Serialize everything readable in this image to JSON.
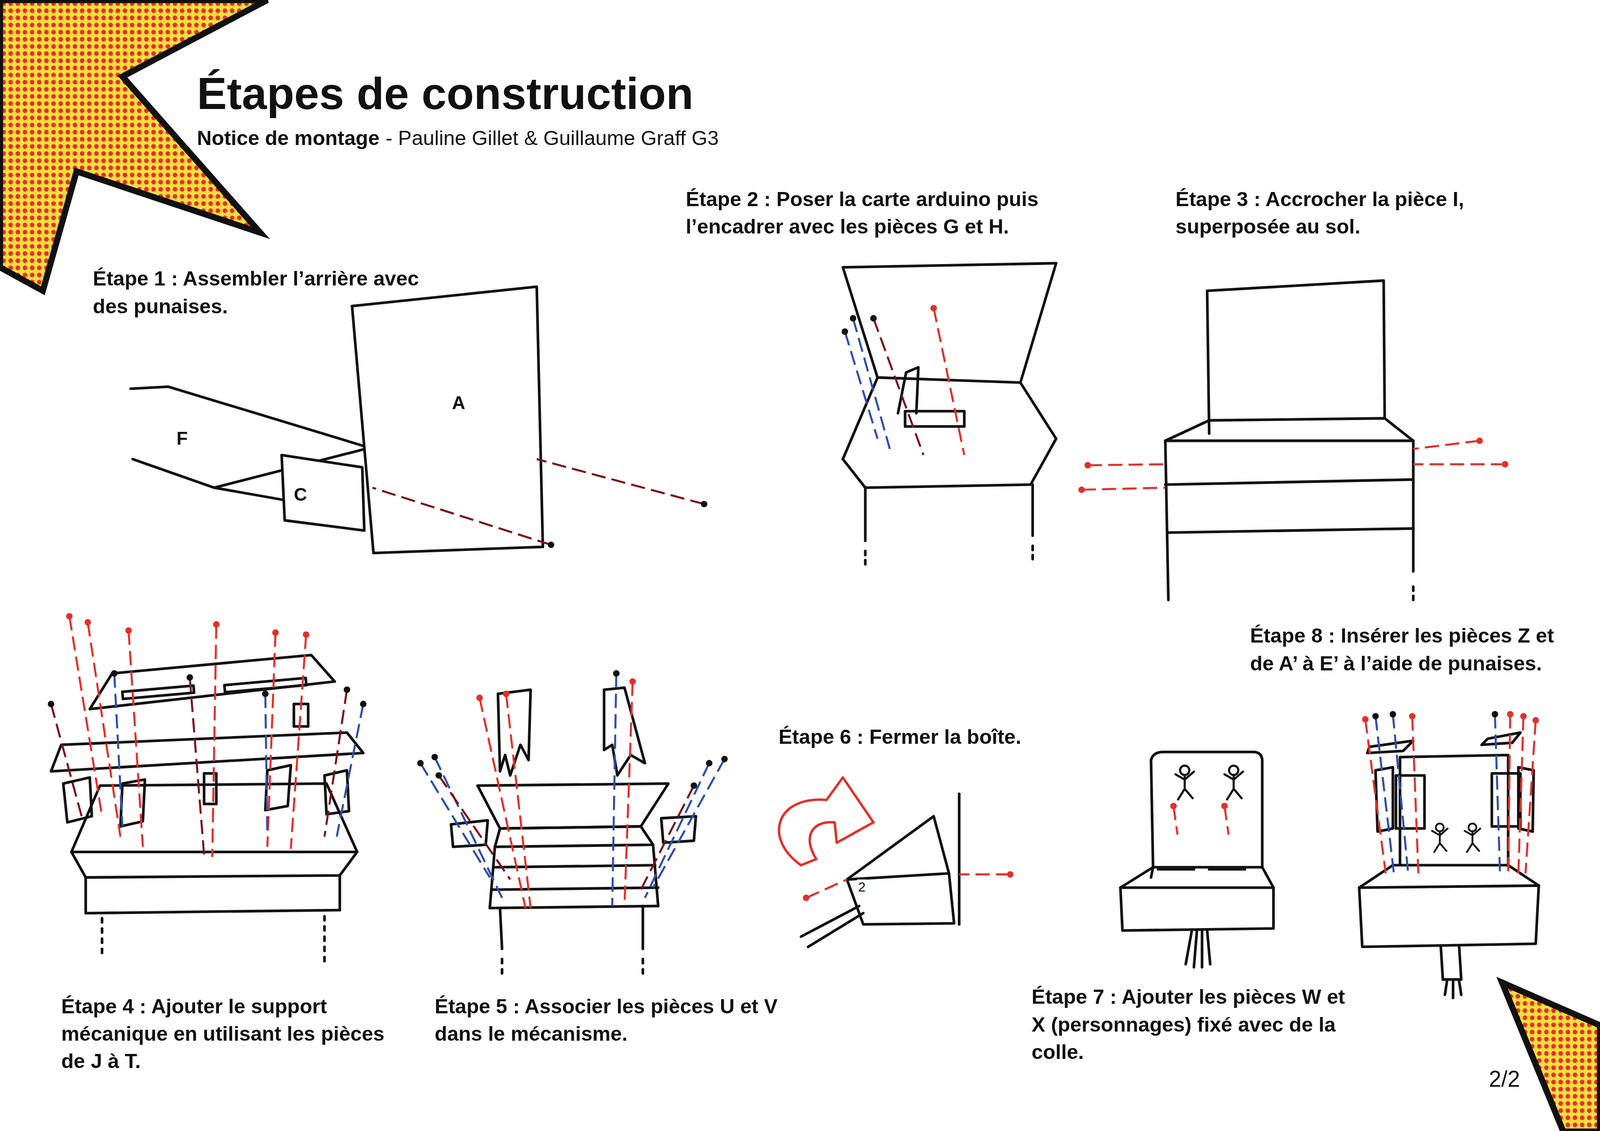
{
  "diagram": {
    "title": "Étapes de construction",
    "labels": [
      "Notice de montage",
      "- Pauline Gillet & Guillaume Graff G3",
      "Étape 1 : Assembler l’arrière avec des punaises.",
      "Étape 2 : Poser la carte arduino puis l’encadrer avec les pièces G et H.",
      "Étape 3 : Accrocher la pièce I, superposée au sol.",
      "Étape 4 : Ajouter le support mécanique en utilisant les pièces de J à T.",
      "Étape 5 : Associer les pièces U et V dans le mécanisme.",
      "Étape 6 : Fermer la boîte.",
      "Étape 7 : Ajouter les pièces W et X (personnages) fixé avec de la colle.",
      "Étape 8 : Insérer les pièces Z et de A’ à E’ à l’aide de punaises.",
      "A",
      "F",
      "C",
      "2",
      "2/2"
    ]
  }
}
